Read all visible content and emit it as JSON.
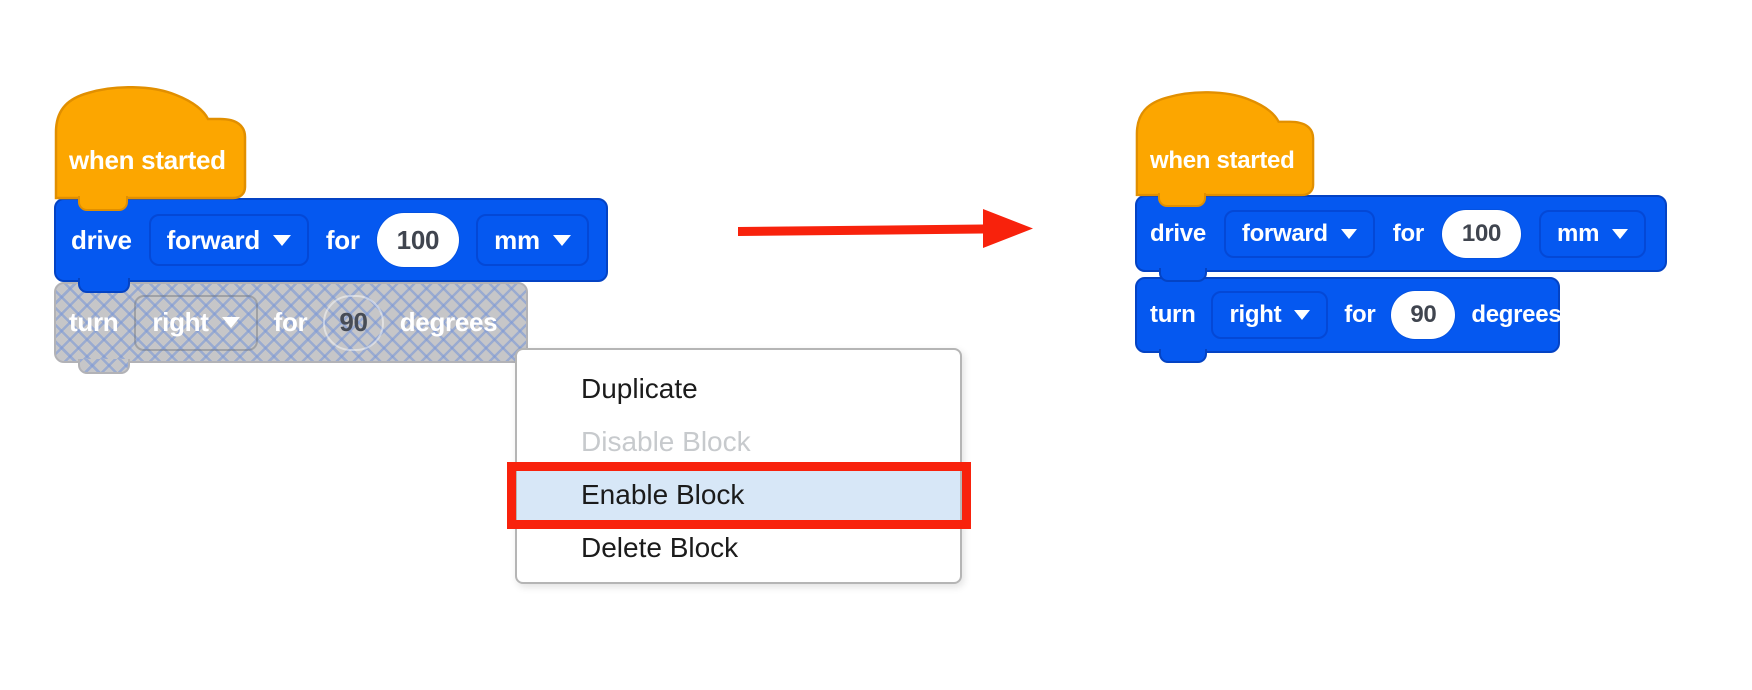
{
  "colors": {
    "block_blue": "#0558F0",
    "block_blue_border": "#0443C4",
    "block_orange": "#FCA600",
    "block_orange_border": "#E18F00",
    "block_text": "#FFFFFF",
    "value_text": "#40454F",
    "disabled_gray": "#C6C6C8",
    "disabled_border": "#B2B2B6",
    "hatch_line": "#7D99D6",
    "menu_bg": "#FFFFFF",
    "menu_border": "#B5B5B5",
    "menu_text": "#1B1B1B",
    "menu_disabled_text": "#C7CACD",
    "menu_highlight_bg": "#D7E7F7",
    "annotation_red": "#F8220C"
  },
  "left_stack": {
    "hat": {
      "label": "when started"
    },
    "drive_block": {
      "verb": "drive",
      "direction": "forward",
      "for_label": "for",
      "distance": "100",
      "unit": "mm"
    },
    "turn_block": {
      "verb": "turn",
      "direction": "right",
      "for_label": "for",
      "angle": "90",
      "unit": "degrees",
      "state": "disabled"
    }
  },
  "right_stack": {
    "hat": {
      "label": "when started"
    },
    "drive_block": {
      "verb": "drive",
      "direction": "forward",
      "for_label": "for",
      "distance": "100",
      "unit": "mm"
    },
    "turn_block": {
      "verb": "turn",
      "direction": "right",
      "for_label": "for",
      "angle": "90",
      "unit": "degrees",
      "state": "enabled"
    }
  },
  "context_menu": {
    "items": [
      {
        "label": "Duplicate",
        "state": "normal"
      },
      {
        "label": "Disable Block",
        "state": "disabled"
      },
      {
        "label": "Enable Block",
        "state": "highlighted"
      },
      {
        "label": "Delete Block",
        "state": "normal"
      }
    ]
  },
  "icons": {
    "dropdown_caret": "triangle-down",
    "arrow": "red-arrow-right"
  }
}
